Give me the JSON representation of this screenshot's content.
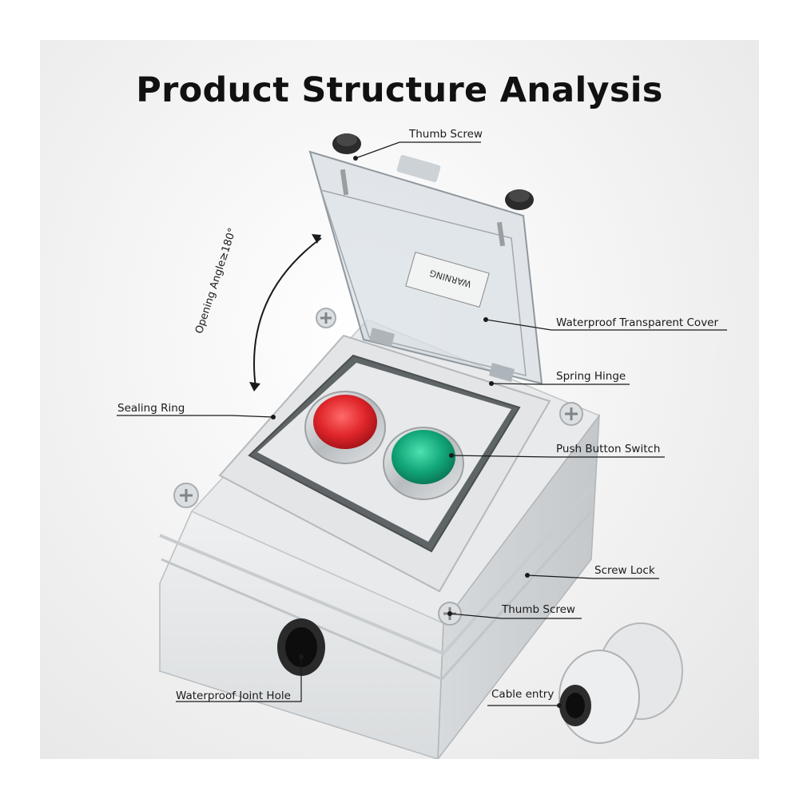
{
  "title": "Product Structure Analysis",
  "labels": {
    "thumb_screw_top": "Thumb Screw",
    "opening_angle": "Opening Angle≥180°",
    "waterproof_cover": "Waterproof Transparent Cover",
    "spring_hinge": "Spring Hinge",
    "sealing_ring": "Sealing Ring",
    "push_button": "Push Button Switch",
    "screw_lock": "Screw Lock",
    "thumb_screw_bottom": "Thumb Screw",
    "cable_entry": "Cable entry",
    "joint_hole": "Waterproof Joint Hole"
  },
  "cover_warning": "WARNING",
  "colors": {
    "red_button": "#e0262b",
    "green_button": "#12a77a",
    "housing": "#e9ebec"
  }
}
